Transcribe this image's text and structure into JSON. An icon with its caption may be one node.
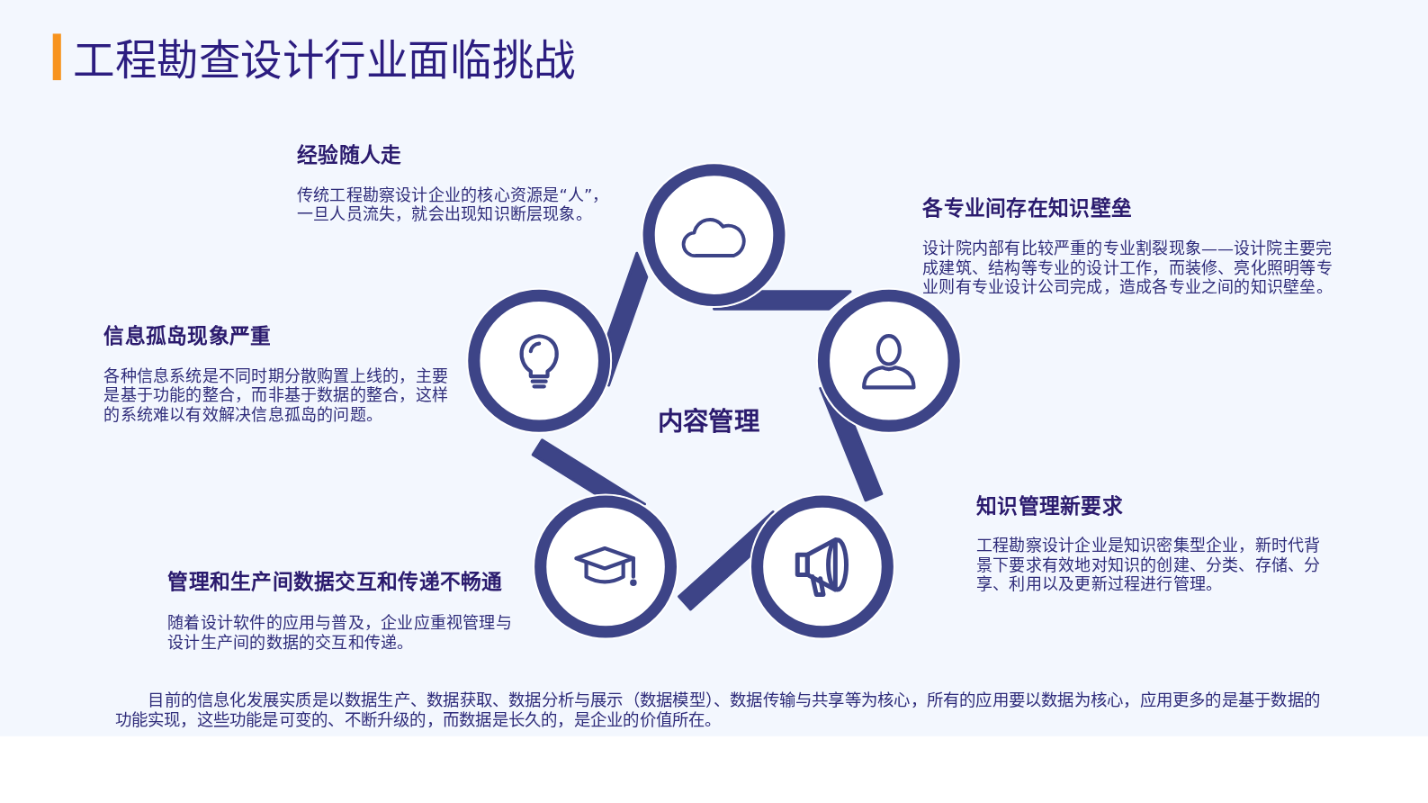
{
  "diagram": {
    "title": "工程勘查设计行业面临挑战",
    "nodes": [
      {
        "text": [],
        "shape": "circle",
        "beside": [
          "经验随人走",
          "传统工程勘察设计企业的核心资源是“人”，一旦人员流失，就会出现知识断层现象。"
        ]
      },
      {
        "text": [],
        "shape": "circle",
        "beside": [
          "各专业间存在知识壁垒",
          "设计院内部有比较严重的专业割裂现象——设计院主要完成建筑、结构等专业的设计工作，而装修、亮化照明等专业则有专业设计公司完成，造成各专业之间的知识壁垒。"
        ]
      },
      {
        "text": [],
        "shape": "circle",
        "beside": [
          "知识管理新要求",
          "工程勘察设计企业是知识密集型企业，新时代背景下要求有效地对知识的创建、分类、存储、分享、利用以及更新过程进行管理。"
        ]
      },
      {
        "text": [],
        "shape": "circle",
        "beside": [
          "管理和生产间数据交互和传递不畅通",
          "随着设计软件的应用与普及，企业应重视管理与设计生产间的数据的交互和传递。"
        ]
      },
      {
        "text": [],
        "shape": "circle",
        "beside": [
          "信息孤岛现象严重",
          "各种信息系统是不同时期分散购置上线的，主要是基于功能的整合，而非基于数据的整合，这样的系统难以有效解决信息孤岛的问题。"
        ]
      }
    ],
    "edges": [
      {
        "from": 0,
        "to": 1,
        "arrow": "none"
      },
      {
        "from": 1,
        "to": 2,
        "arrow": "none"
      },
      {
        "from": 2,
        "to": 3,
        "arrow": "none"
      },
      {
        "from": 3,
        "to": 4,
        "arrow": "none"
      },
      {
        "from": 4,
        "to": 0,
        "arrow": "none"
      }
    ],
    "labels": [
      "内容管理",
      "目前的信息化发展实质是以数据生产、数据获取、数据分析与展示（数据模型）、数据传输与共享等为核心，所有的应用要以数据为核心，应用更多的是基于数据的功能实现，这些功能是可变的、不断升级的，而数据是长久的，是企业的价值所在。"
    ]
  }
}
